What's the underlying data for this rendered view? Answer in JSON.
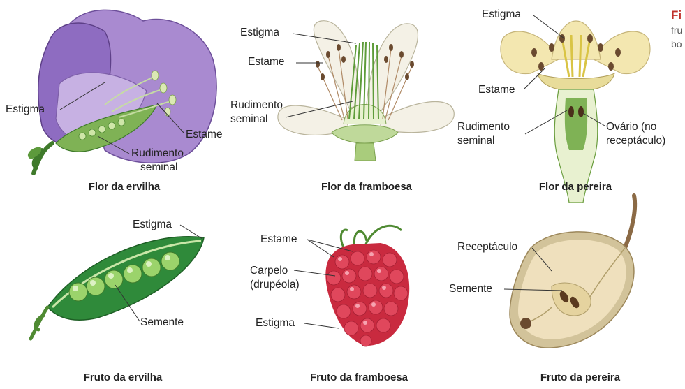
{
  "figure_ref": {
    "tag": "Fi",
    "line1": "fru",
    "line2": "bo"
  },
  "panels": {
    "pea_flower": {
      "caption": "Flor da ervilha",
      "labels": {
        "stigma": "Estigma",
        "stamen": "Estame",
        "ovule_1": "Rudimento",
        "ovule_2": "seminal"
      }
    },
    "raspberry_flower": {
      "caption": "Flor da framboesa",
      "labels": {
        "stigma": "Estigma",
        "stamen": "Estame",
        "ovule_1": "Rudimento",
        "ovule_2": "seminal"
      }
    },
    "pear_flower": {
      "caption": "Flor da pereira",
      "labels": {
        "stigma": "Estigma",
        "stamen": "Estame",
        "ovule_1": "Rudimento",
        "ovule_2": "seminal",
        "ovary_1": "Ovário (no",
        "ovary_2": "receptáculo)"
      }
    },
    "pea_fruit": {
      "caption": "Fruto da ervilha",
      "labels": {
        "stigma": "Estigma",
        "seed": "Semente"
      }
    },
    "raspberry_fruit": {
      "caption": "Fruto da framboesa",
      "labels": {
        "stamen": "Estame",
        "carpel_1": "Carpelo",
        "carpel_2": "(drupéola)",
        "stigma": "Estigma"
      }
    },
    "pear_fruit": {
      "caption": "Fruto da pereira",
      "labels": {
        "receptacle": "Receptáculo",
        "seed": "Semente"
      }
    }
  },
  "colors": {
    "petal_purple": "#9b7bc4",
    "petal_white": "#f4f1e6",
    "petal_cream": "#f3e7b0",
    "green": "#6aa84f",
    "dark_green": "#2f6b2a",
    "raspberry_red": "#d8324a",
    "pear_flesh": "#efe0bd",
    "accent_red": "#c0312b"
  }
}
